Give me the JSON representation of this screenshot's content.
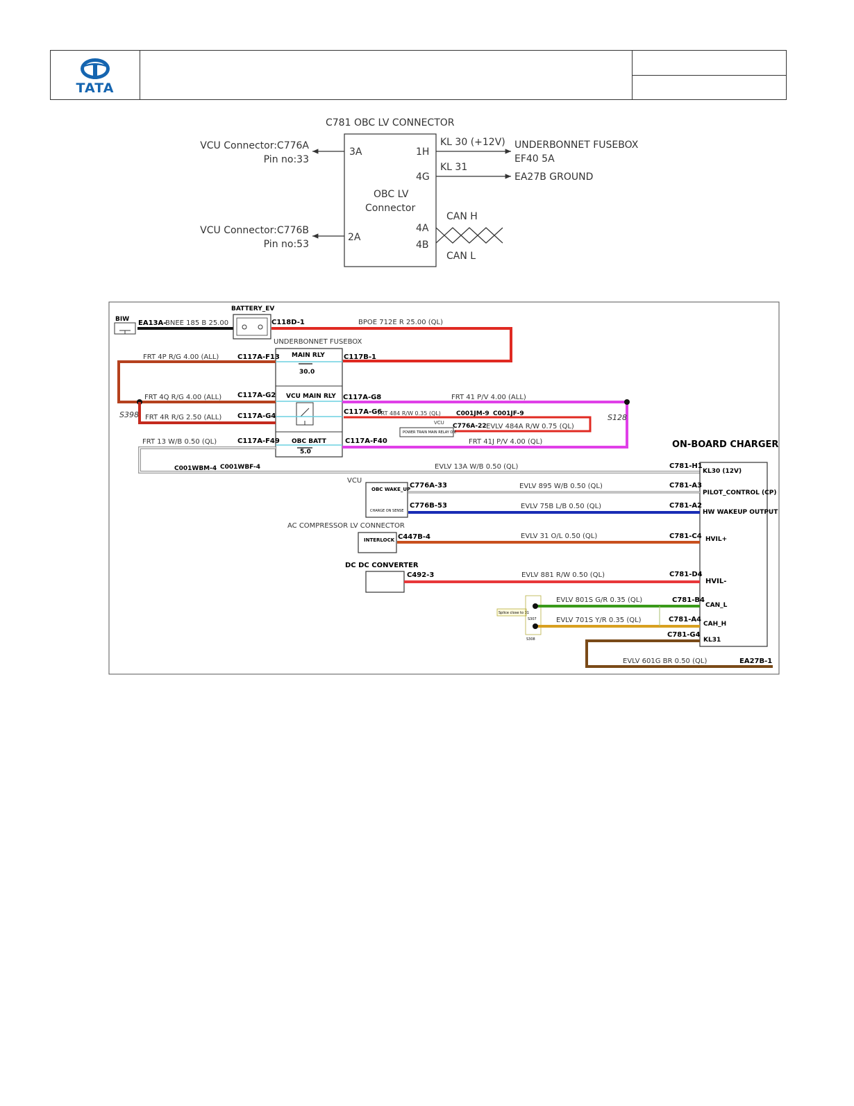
{
  "header": {
    "logo_text": "TATA",
    "brand_color": "#1565b0"
  },
  "block": {
    "title": "C781 OBC LV CONNECTOR",
    "box_label_line1": "OBC LV",
    "box_label_line2": "Connector",
    "left_top_line1": "VCU Connector:C776A",
    "left_top_line2": "Pin no:33",
    "left_bottom_line1": "VCU Connector:C776B",
    "left_bottom_line2": "Pin no:53",
    "pin_3a": "3A",
    "pin_2a": "2A",
    "pin_1h": "1H",
    "pin_4g": "4G",
    "pin_4a": "4A",
    "pin_4b": "4B",
    "kl30": "KL 30 (+12V)",
    "kl31": "KL 31",
    "dest_fusebox_line1": "UNDERBONNET FUSEBOX",
    "dest_fusebox_line2": "EF40 5A",
    "dest_ground": "EA27B GROUND",
    "can_h": "CAN H",
    "can_l": "CAN L"
  },
  "wiring": {
    "biw": "BIW",
    "battery": "BATTERY_EV",
    "ea13a": "EA13A-",
    "bnee": "BNEE   185   B   25.00",
    "c118d": "C118D-1",
    "bpoe": "BPOE   712E   R   25.00   (QL)",
    "ub_fusebox": "UNDERBONNET FUSEBOX",
    "main_rly": "MAIN RLY",
    "main_rly_val": "30.0",
    "vcu_main_rly": "VCU MAIN RLY",
    "obc_batt": "OBC BATT",
    "obc_batt_val": "5.0",
    "c117a_f13": "C117A-F13",
    "c117b_1": "C117B-1",
    "c117a_g2": "C117A-G2",
    "c117a_g4": "C117A-G4",
    "c117a_f49": "C117A-F49",
    "c117a_g8": "C117A-G8",
    "c117a_g6": "C117A-G6",
    "c117a_f40": "C117A-F40",
    "frt_4p": "FRT   4P   R/G   4.00   (ALL)",
    "frt_4q": "FRT   4Q   R/G   4.00   (ALL)",
    "frt_4r": "FRT   4R   R/G   2.50   (ALL)",
    "frt_13": "FRT   13   W/B   0.50   (QL)",
    "frt_41": "FRT   41   P/V   4.00   (ALL)",
    "frt_484": "FRT   484   R/W   0.35   (QL)",
    "frt_41j": "FRT   41J   P/V   4.00   (QL)",
    "c001jm": "C001JM-9",
    "c001jf": "C001JF-9",
    "vcu_small": "VCU",
    "c776a_22": "C776A-22",
    "evlv_484a": "EVLV   484A   R/W   0.75   (QL)",
    "ptmr_box": "POWER TRAIN MAIN RELAY O/E",
    "s398": "S398",
    "s128": "S128",
    "obc_title": "ON-BOARD CHARGER",
    "c001wbm": "C001WBM-4",
    "c001wbf": "C001WBF-4",
    "evlv_13a": "EVLV   13A   W/B   0.50   (QL)",
    "c781_h1": "C781-H1",
    "kl30_12v": "KL30 (12V)",
    "vcu_label": "VCU",
    "obc_wake": "OBC WAKE_UP",
    "charge_sense": "CHARGE ON SENSE",
    "c776a_33": "C776A-33",
    "c776b_53": "C776B-53",
    "evlv_895": "EVLV   895   W/B   0.50   (QL)",
    "evlv_75b": "EVLV   75B   L/B   0.50   (QL)",
    "c781_a3": "C781-A3",
    "c781_a2": "C781-A2",
    "pilot": "PILOT_CONTROL (CP)",
    "hw_wake": "HW WAKEUP OUTPUT",
    "ac_comp": "AC COMPRESSOR LV CONNECTOR",
    "interlock": "INTERLOCK",
    "c447b_4": "C447B-4",
    "evlv_31": "EVLV   31   O/L   0.50   (QL)",
    "c781_c4": "C781-C4",
    "hvil_plus": "HVIL+",
    "dcdc": "DC DC CONVERTER",
    "c492_3": "C492-3",
    "evlv_881": "EVLV   881   R/W   0.50   (QL)",
    "c781_d4": "C781-D4",
    "hvil_minus": "HVIL-",
    "evlv_801s": "EVLV   801S   G/R   0.35   (QL)",
    "c781_b4": "C781-B4",
    "can_l_pin": "CAN_L",
    "evlv_701s": "EVLV   701S   Y/R   0.35   (QL)",
    "c781_a4": "C781-A4",
    "cah_h": "CAH_H",
    "c781_g4": "C781-G4",
    "kl31_pin": "KL31",
    "evlv_601g": "EVLV   601G   BR   0.50   (QL)",
    "ea27b_1": "EA27B-1",
    "splice_note": "Splice close to 31",
    "s307": "S307",
    "s308": "S308"
  },
  "wire_colors": {
    "red": "#e02a22",
    "black": "#111111",
    "brown": "#b5411e",
    "magenta": "#e040e8",
    "grey": "#9a9a9a",
    "blue": "#1a2db5",
    "orange_brown": "#c8501e",
    "green": "#3a9a1a",
    "yellow_orange": "#d8a020",
    "dark_brown": "#7a4a18",
    "cyan": "#6bd0e0"
  }
}
